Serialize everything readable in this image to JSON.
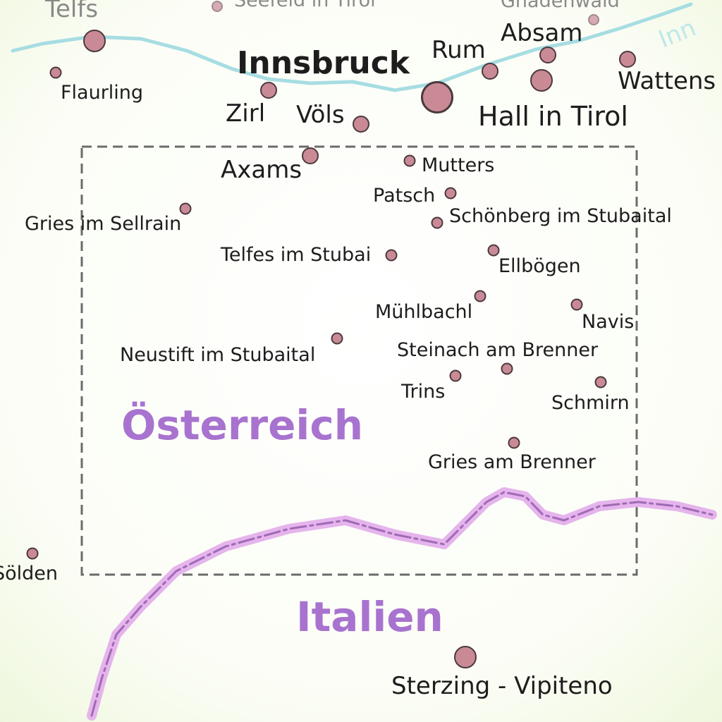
{
  "map": {
    "colors": {
      "land": "#f6fbe9",
      "river": "#a6dde2",
      "border": "#e5b4ec",
      "border_dash": "#a06ab5",
      "frame": "#6b6b6b",
      "town_fill": "#c98a96",
      "town_outline": "#4a3a3d",
      "country_label": "#a873cf"
    },
    "countries": {
      "austria": "Österreich",
      "italy": "Italien"
    },
    "river_label": "Inn",
    "places": {
      "telfs": "Telfs",
      "seefeld": "Seefeld in Tirol",
      "gnadenwald": "Gnadenwald",
      "absam": "Absam",
      "rum": "Rum",
      "innsbruck": "Innsbruck",
      "wattens": "Wattens",
      "flaurling": "Flaurling",
      "zirl": "Zirl",
      "voels": "Völs",
      "hall": "Hall in Tirol",
      "axams": "Axams",
      "mutters": "Mutters",
      "patsch": "Patsch",
      "gries_sellrain": "Gries im Sellrain",
      "schoenberg": "Schönberg im Stubaital",
      "telfes": "Telfes im Stubai",
      "ellboegen": "Ellbögen",
      "muehlbachl": "Mühlbachl",
      "navis": "Navis",
      "neustift": "Neustift im Stubaital",
      "steinach": "Steinach am Brenner",
      "trins": "Trins",
      "schmirn": "Schmirn",
      "gries_brenner": "Gries am Brenner",
      "soelden": "Sölden",
      "sterzing": "Sterzing - Vipiteno"
    }
  }
}
